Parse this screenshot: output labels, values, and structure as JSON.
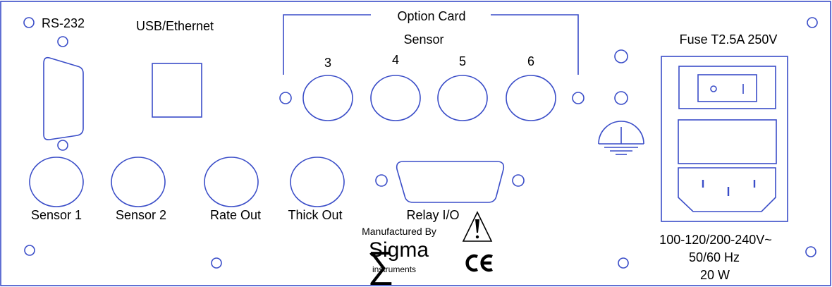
{
  "labels": {
    "rs232": "RS-232",
    "usb_ethernet": "USB/Ethernet",
    "option_card": "Option Card",
    "sensor": "Sensor",
    "sensor_numbers": [
      "3",
      "4",
      "5",
      "6"
    ],
    "fuse": "Fuse T2.5A 250V",
    "sensor1": "Sensor 1",
    "sensor2": "Sensor 2",
    "rate_out": "Rate Out",
    "thick_out": "Thick Out",
    "relay_io": "Relay I/O",
    "manufactured_by": "Manufactured By",
    "brand": "Sigma",
    "brand_sub": "instruments",
    "power_voltage": "100-120/200-240V~",
    "power_freq": "50/60 Hz",
    "power_watts": "20 W"
  },
  "colors": {
    "outline": "#3a4dc8",
    "text": "#000000",
    "background": "#ffffff"
  }
}
